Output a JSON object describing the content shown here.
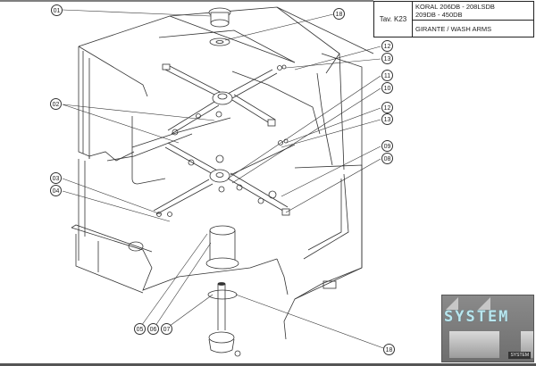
{
  "title_block": {
    "table_ref": "Tav. K23",
    "models_line1": "KORAL 206DB - 208LSDB",
    "models_line2": "209DB - 450DB",
    "section": "GIRANTE / WASH ARMS"
  },
  "callouts": {
    "c01": "01",
    "c02": "02",
    "c03": "03",
    "c04": "04",
    "c05": "05",
    "c06": "06",
    "c07": "07",
    "c08": "08",
    "c09": "09",
    "c10": "10",
    "c11": "11",
    "c12a": "12",
    "c13a": "13",
    "c12b": "12",
    "c13b": "13",
    "c18a": "18",
    "c18b": "18"
  },
  "logo": {
    "text": "SYSTEM",
    "small": "SYSTEM"
  }
}
